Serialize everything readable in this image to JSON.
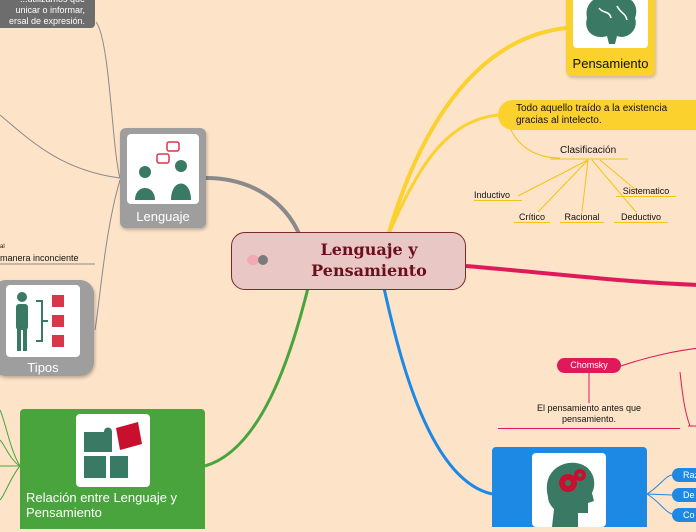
{
  "central": {
    "title": "Lenguaje y\nPensamiento"
  },
  "note": {
    "text": "...utilizamos que\nunicar o informar,\nersal de expresión."
  },
  "lenguaje": {
    "label": "Lenguaje"
  },
  "inconsciente": {
    "small": "al",
    "text": "manera inconciente"
  },
  "tipos": {
    "label": "Tipos"
  },
  "relacion": {
    "label": "Relación entre Lenguaje y\nPensamiento"
  },
  "pensamiento": {
    "label": "Pensamiento",
    "definition": "Todo aquello traído a la existencia\ngracias al intelecto.",
    "clasificacion": "Clasificación",
    "types": [
      "Inductivo",
      "Crítico",
      "Racional",
      "Deductivo",
      "Sistematico"
    ]
  },
  "chomsky": {
    "label": "Chomsky",
    "text": "El pensamiento antes que\npensamiento."
  },
  "blue_items": [
    "Raz",
    "De",
    "Co"
  ],
  "colors": {
    "background": "#fde3c8",
    "central": "#e8c7c4",
    "yellow": "#fbd12e",
    "pink": "#e0195a",
    "green": "#4aa43e",
    "blue": "#1e88e5",
    "grey": "#9e9e9e"
  },
  "icons": [
    "brain-icon",
    "conversation-icon",
    "org-chart-icon",
    "puzzle-icon",
    "head-gears-icon"
  ]
}
